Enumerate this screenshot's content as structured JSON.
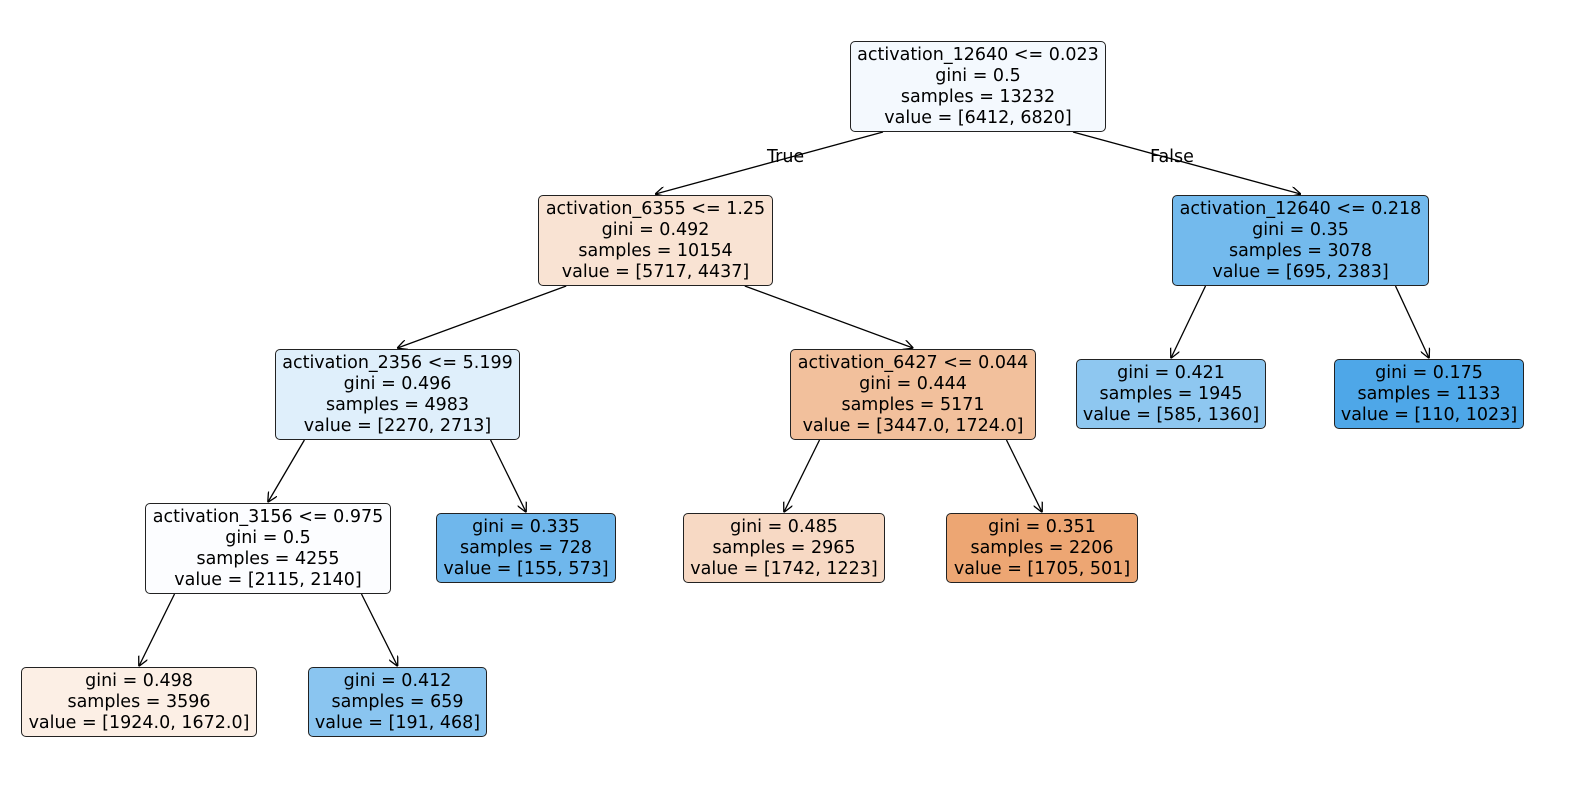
{
  "tree": {
    "nodes": {
      "n0": {
        "condition": "activation_12640 <= 0.023",
        "gini": "gini = 0.5",
        "samples": "samples = 13232",
        "value": "value = [6412, 6820]",
        "color": "#f4f9fe"
      },
      "n1": {
        "condition": "activation_6355 <= 1.25",
        "gini": "gini = 0.492",
        "samples": "samples = 10154",
        "value": "value = [5717, 4437]",
        "color": "#f9e3d3"
      },
      "n2": {
        "condition": "activation_2356 <= 5.199",
        "gini": "gini = 0.496",
        "samples": "samples = 4983",
        "value": "value = [2270, 2713]",
        "color": "#dfeffb"
      },
      "n3": {
        "condition": "activation_3156 <= 0.975",
        "gini": "gini = 0.5",
        "samples": "samples = 4255",
        "value": "value = [2115, 2140]",
        "color": "#fcfdff"
      },
      "n4": {
        "condition": "",
        "gini": "gini = 0.498",
        "samples": "samples = 3596",
        "value": "value = [1924.0, 1672.0]",
        "color": "#fcefe5"
      },
      "n5": {
        "condition": "",
        "gini": "gini = 0.412",
        "samples": "samples = 659",
        "value": "value = [191, 468]",
        "color": "#8ac5f0"
      },
      "n6": {
        "condition": "",
        "gini": "gini = 0.335",
        "samples": "samples = 728",
        "value": "value = [155, 573]",
        "color": "#6fb7ec"
      },
      "n7": {
        "condition": "activation_6427 <= 0.044",
        "gini": "gini = 0.444",
        "samples": "samples = 5171",
        "value": "value = [3447.0, 1724.0]",
        "color": "#f2c09c"
      },
      "n8": {
        "condition": "",
        "gini": "gini = 0.485",
        "samples": "samples = 2965",
        "value": "value = [1742, 1223]",
        "color": "#f7d9c4"
      },
      "n9": {
        "condition": "",
        "gini": "gini = 0.351",
        "samples": "samples = 2206",
        "value": "value = [1705, 501]",
        "color": "#eda673"
      },
      "n10": {
        "condition": "activation_12640 <= 0.218",
        "gini": "gini = 0.35",
        "samples": "samples = 3078",
        "value": "value = [695, 2383]",
        "color": "#73baed"
      },
      "n11": {
        "condition": "",
        "gini": "gini = 0.421",
        "samples": "samples = 1945",
        "value": "value = [585, 1360]",
        "color": "#8ec7f0"
      },
      "n12": {
        "condition": "",
        "gini": "gini = 0.175",
        "samples": "samples = 1133",
        "value": "value = [110, 1023]",
        "color": "#4ea7e8"
      }
    },
    "edges": [
      [
        "n0",
        "n1"
      ],
      [
        "n0",
        "n10"
      ],
      [
        "n1",
        "n2"
      ],
      [
        "n1",
        "n7"
      ],
      [
        "n2",
        "n3"
      ],
      [
        "n2",
        "n6"
      ],
      [
        "n3",
        "n4"
      ],
      [
        "n3",
        "n5"
      ],
      [
        "n7",
        "n8"
      ],
      [
        "n7",
        "n9"
      ],
      [
        "n10",
        "n11"
      ],
      [
        "n10",
        "n12"
      ]
    ],
    "edge_labels": {
      "true_label": "True",
      "false_label": "False"
    }
  }
}
